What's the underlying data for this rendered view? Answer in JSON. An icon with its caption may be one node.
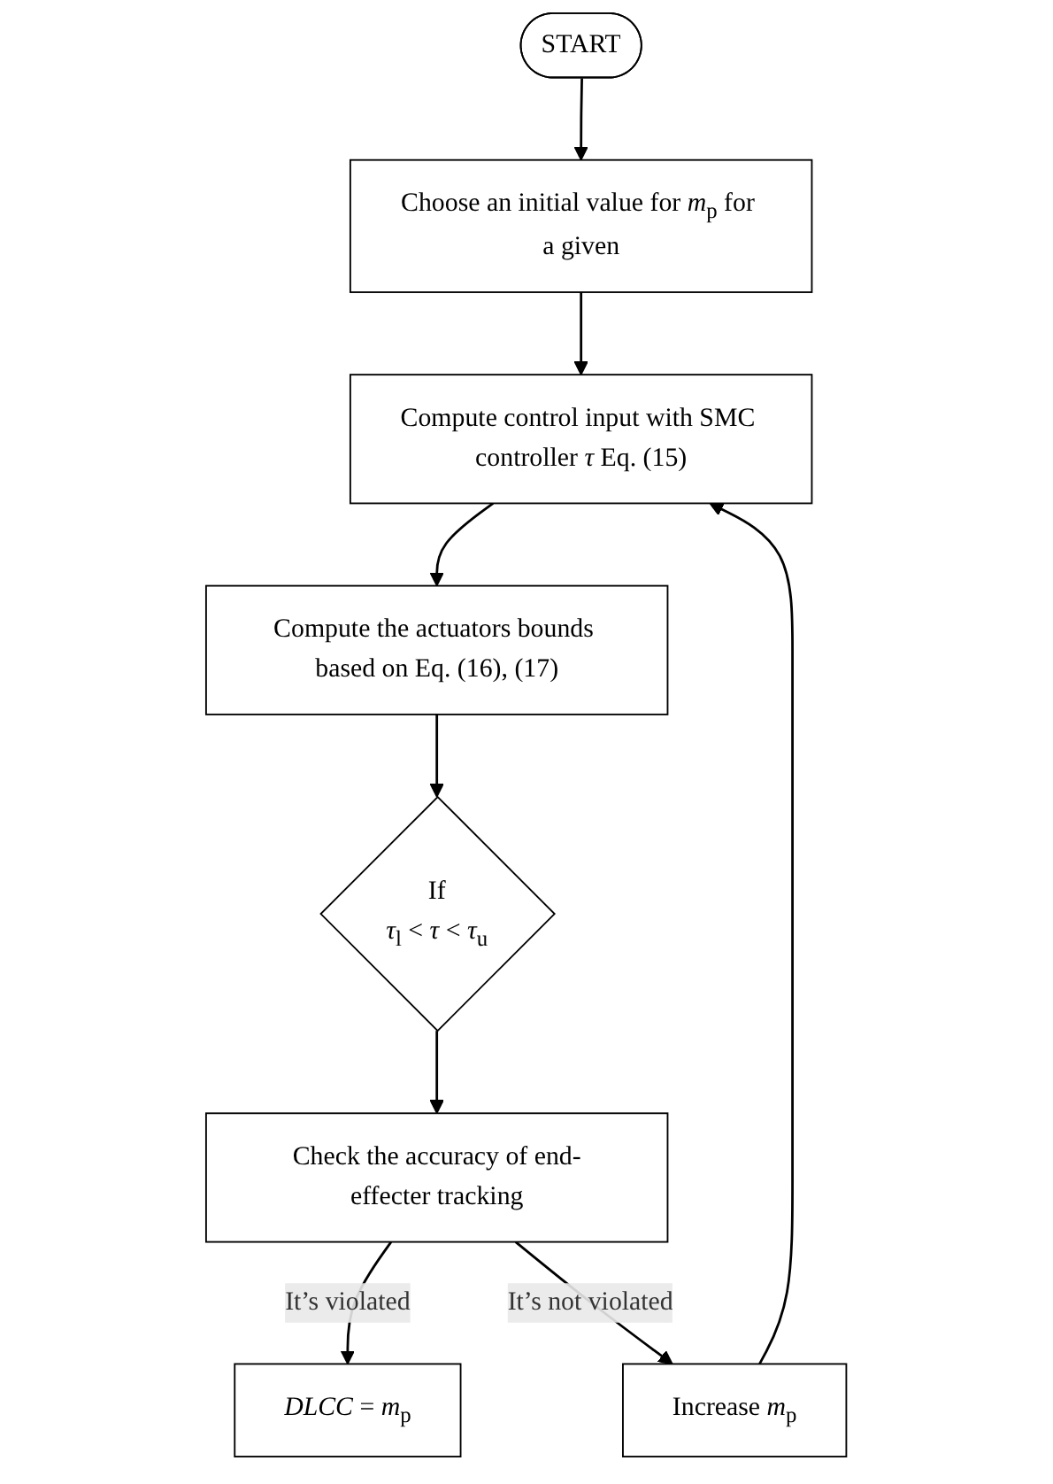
{
  "diagram": {
    "nodes": [
      {
        "text": [
          "START"
        ]
      },
      {
        "text": [
          "Choose an initial value for *m*$_{p}$ for a given"
        ]
      },
      {
        "text": [
          "Compute control input with SMC controller *τ* Eq. (15)"
        ]
      },
      {
        "text": [
          "Compute the actuators bounds based on Eq. (16), (17)"
        ]
      },
      {
        "text": [
          "If",
          "*τ*$_{l}$ < *τ* < *τ*$_{u}$"
        ]
      },
      {
        "text": [
          "Check the accuracy of end-effecter tracking"
        ]
      },
      {
        "text": [
          "*DLCC* = *m*$_{p}$"
        ]
      },
      {
        "text": [
          "Increase *m*$_{p}$"
        ]
      }
    ],
    "edges": [
      {
        "from": 0,
        "to": 1,
        "arrow": "to"
      },
      {
        "from": 1,
        "to": 2,
        "arrow": "to"
      },
      {
        "from": 2,
        "to": 3,
        "arrow": "to"
      },
      {
        "from": 3,
        "to": 4,
        "arrow": "to"
      },
      {
        "from": 4,
        "to": 5,
        "arrow": "to"
      },
      {
        "from": 5,
        "to": 6,
        "label": "It’s violated",
        "arrow": "to"
      },
      {
        "from": 5,
        "to": 7,
        "label": "It’s not violated",
        "arrow": "to"
      },
      {
        "from": 7,
        "to": 2,
        "arrow": "to"
      }
    ]
  }
}
